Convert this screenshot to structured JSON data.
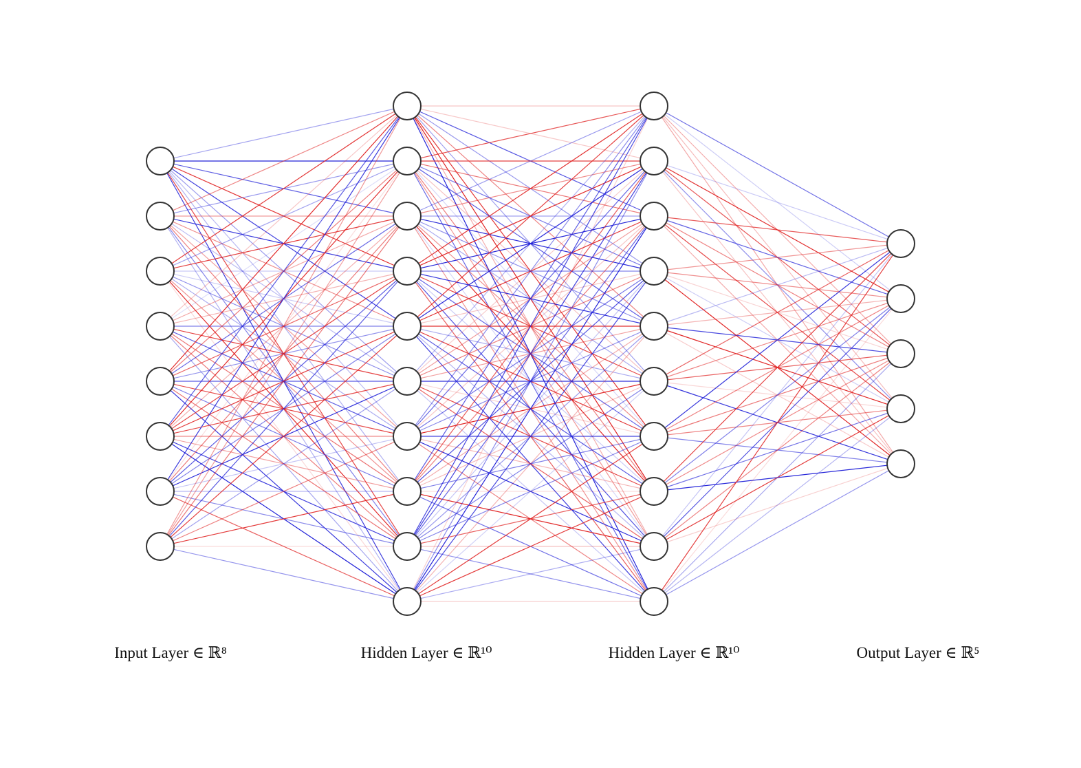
{
  "layers": [
    {
      "label": "Input Layer ∈ ℝ⁸",
      "size": 8
    },
    {
      "label": "Hidden Layer ∈ ℝ¹⁰",
      "size": 10
    },
    {
      "label": "Hidden Layer ∈ ℝ¹⁰",
      "size": 10
    },
    {
      "label": "Output Layer ∈ ℝ⁵",
      "size": 5
    }
  ],
  "colors": {
    "positive_edge": "#2020d8",
    "negative_edge": "#e02020",
    "node_stroke": "#333333",
    "node_fill": "#ffffff",
    "background": "#ffffff"
  }
}
